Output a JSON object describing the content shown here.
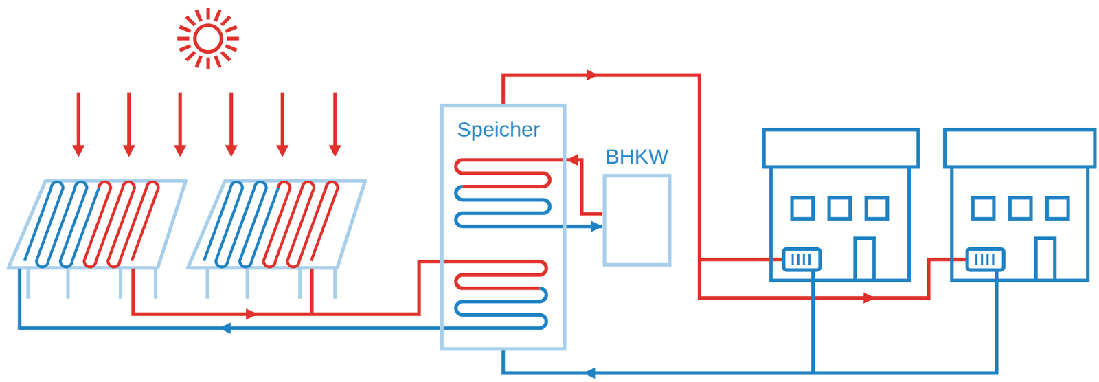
{
  "diagram": {
    "nodes": [
      {
        "text": [
          "Speicher"
        ]
      },
      {
        "text": [
          "BHKW"
        ]
      }
    ],
    "edges": [
      {
        "from": 1,
        "to": 0,
        "arrow": "to"
      },
      {
        "from": 0,
        "to": 1,
        "arrow": "to"
      }
    ]
  }
}
